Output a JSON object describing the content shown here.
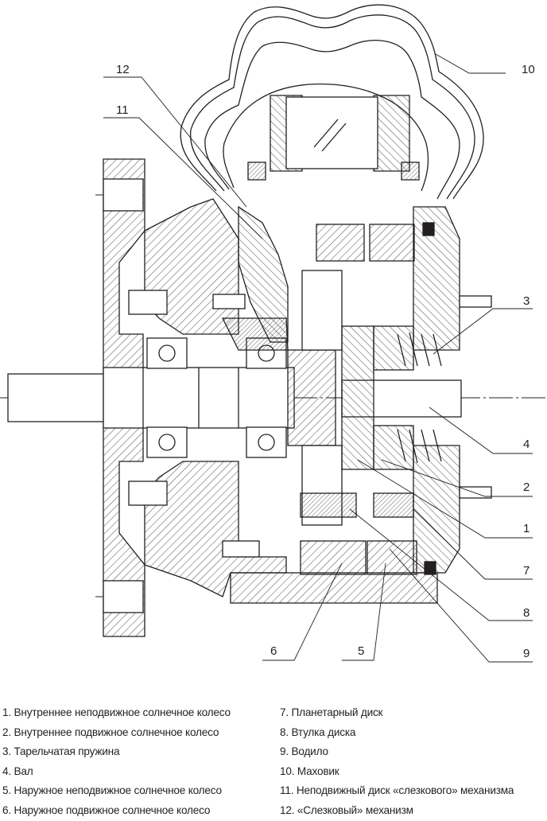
{
  "drawing": {
    "callouts": [
      {
        "id": "10",
        "label": "10"
      },
      {
        "id": "12",
        "label": "12"
      },
      {
        "id": "11",
        "label": "11"
      },
      {
        "id": "3",
        "label": "3"
      },
      {
        "id": "4",
        "label": "4"
      },
      {
        "id": "2",
        "label": "2"
      },
      {
        "id": "1",
        "label": "1"
      },
      {
        "id": "7",
        "label": "7"
      },
      {
        "id": "8",
        "label": "8"
      },
      {
        "id": "9",
        "label": "9"
      },
      {
        "id": "6",
        "label": "6"
      },
      {
        "id": "5",
        "label": "5"
      }
    ]
  },
  "legend": {
    "left": [
      "1. Внутреннее неподвижное солнечное колесо",
      "2. Внутреннее подвижное солнечное колесо",
      "3. Тарельчатая пружина",
      "4. Вал",
      "5. Наружное неподвижное солнечное колесо",
      "6. Наружное подвижное солнечное колесо"
    ],
    "right": [
      "7. Планетарный диск",
      "8. Втулка диска",
      "9. Водило",
      "10. Маховик",
      "11. Неподвижный диск «слезкового» механизма",
      "12. «Слезковый» механизм"
    ]
  }
}
